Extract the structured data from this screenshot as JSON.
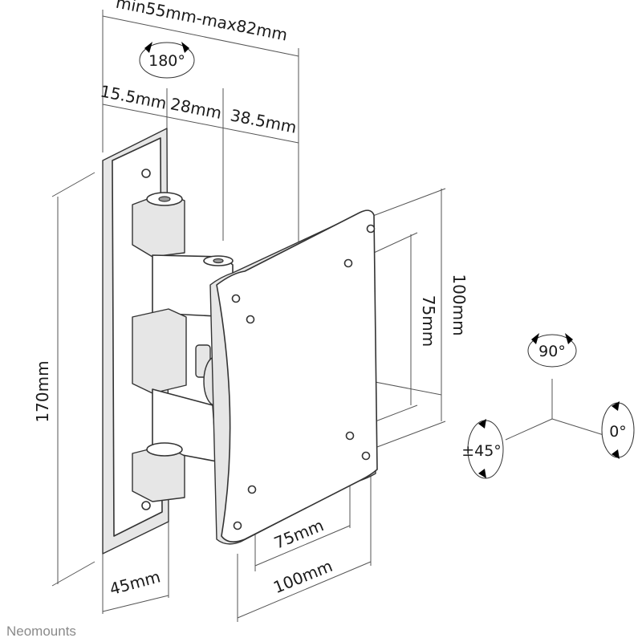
{
  "dimensions": {
    "depth_range": "min55mm-max82mm",
    "seg_1": "15.5mm",
    "seg_2": "28mm",
    "seg_3": "38.5mm",
    "height": "170mm",
    "base_width": "45mm",
    "vesa_h_75": "75mm",
    "vesa_h_100": "100mm",
    "vesa_v_75": "75mm",
    "vesa_v_100": "100mm"
  },
  "rotations": {
    "swivel": "180°",
    "rotate": "90°",
    "tilt": "±45°",
    "level": "0°"
  },
  "brand": "Neomounts"
}
